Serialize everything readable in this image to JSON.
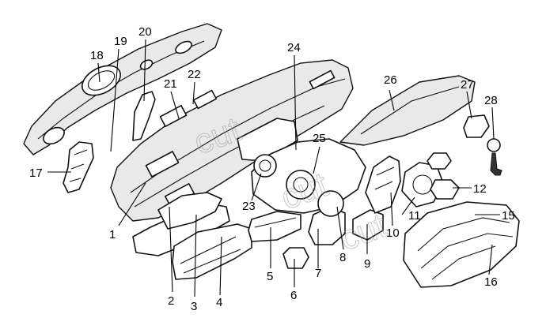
{
  "diagram": {
    "watermark": "cut",
    "callouts": [
      {
        "id": "1",
        "label": "1"
      },
      {
        "id": "2",
        "label": "2"
      },
      {
        "id": "3",
        "label": "3"
      },
      {
        "id": "4",
        "label": "4"
      },
      {
        "id": "5",
        "label": "5"
      },
      {
        "id": "6",
        "label": "6"
      },
      {
        "id": "7",
        "label": "7"
      },
      {
        "id": "8",
        "label": "8"
      },
      {
        "id": "9",
        "label": "9"
      },
      {
        "id": "10",
        "label": "10"
      },
      {
        "id": "11",
        "label": "11"
      },
      {
        "id": "12",
        "label": "12"
      },
      {
        "id": "15",
        "label": "15"
      },
      {
        "id": "16",
        "label": "16"
      },
      {
        "id": "17",
        "label": "17"
      },
      {
        "id": "18",
        "label": "18"
      },
      {
        "id": "19",
        "label": "19"
      },
      {
        "id": "20",
        "label": "20"
      },
      {
        "id": "21",
        "label": "21"
      },
      {
        "id": "22",
        "label": "22"
      },
      {
        "id": "23",
        "label": "23"
      },
      {
        "id": "24",
        "label": "24"
      },
      {
        "id": "25",
        "label": "25"
      },
      {
        "id": "26",
        "label": "26"
      },
      {
        "id": "27",
        "label": "27"
      },
      {
        "id": "28",
        "label": "28"
      }
    ]
  }
}
